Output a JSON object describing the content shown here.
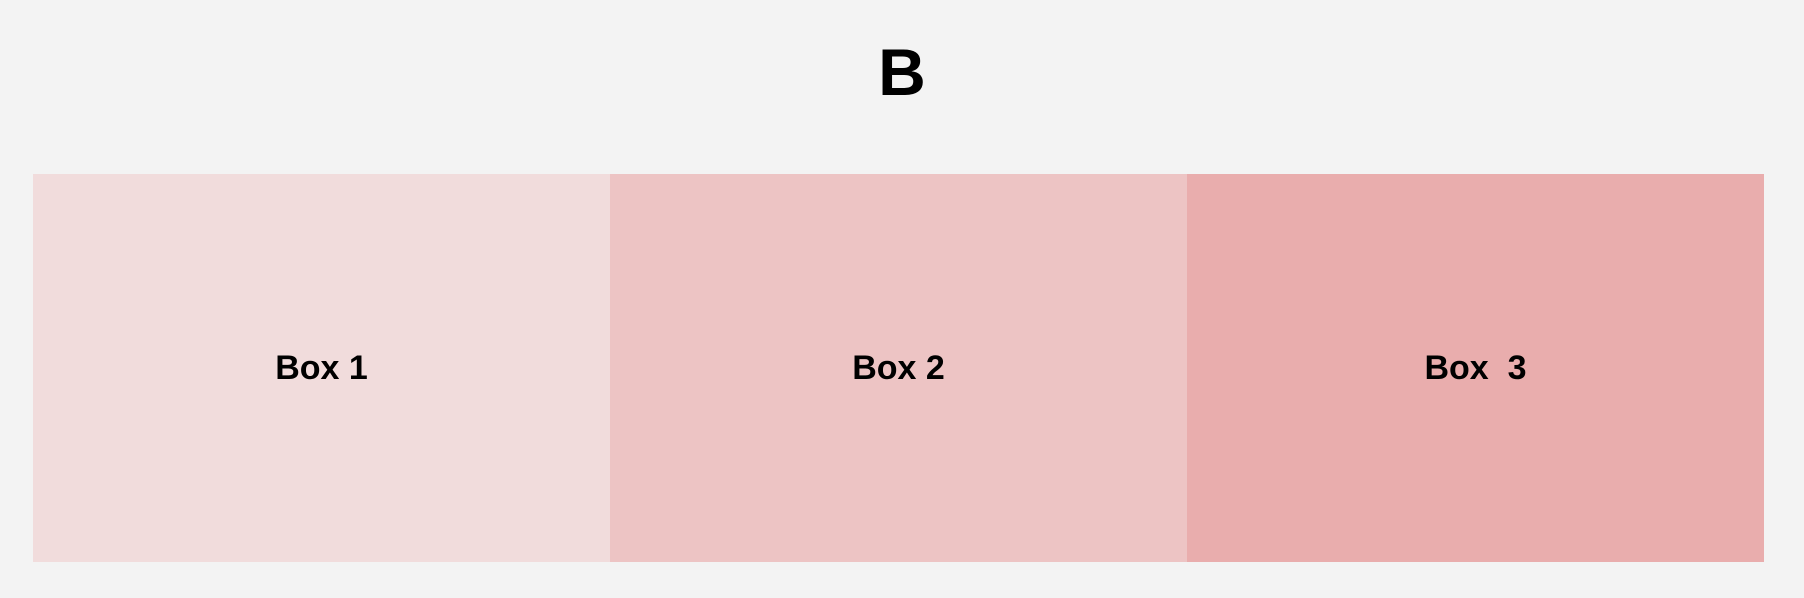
{
  "title": "B",
  "boxes": [
    {
      "label": "Box 1",
      "color": "#f1dcdc"
    },
    {
      "label": "Box 2",
      "color": "#edc4c4"
    },
    {
      "label": "Box  3",
      "color": "#e9adad"
    }
  ]
}
